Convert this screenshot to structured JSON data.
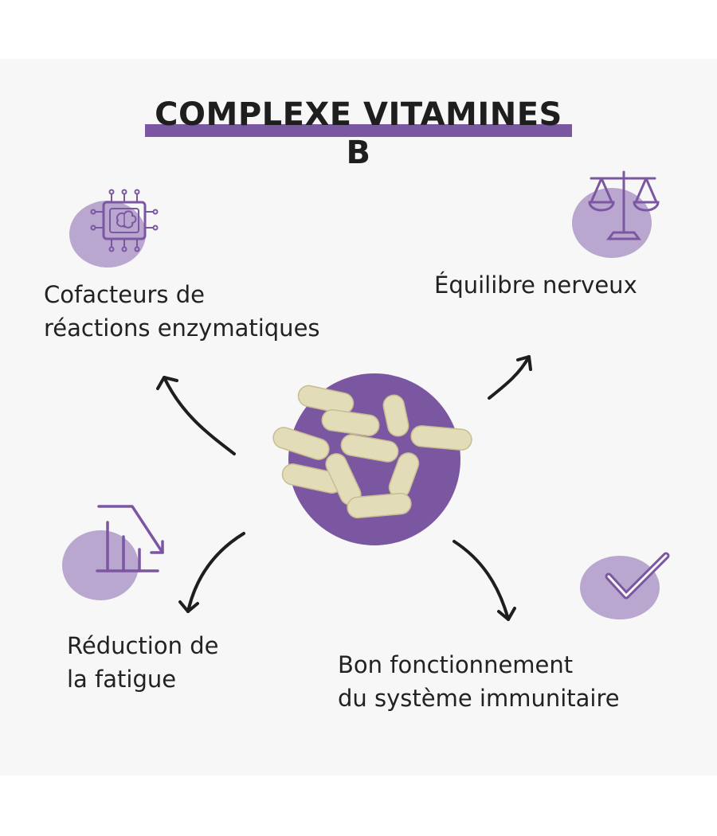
{
  "title": "COMPLEXE VITAMINES B",
  "colors": {
    "accent": "#7b57a2",
    "blob": "#b9a7cf",
    "background": "#f7f7f7",
    "capsule": "#e3dcb8",
    "text": "#222222"
  },
  "benefits": [
    {
      "icon": "brain-chip-icon",
      "lines": [
        "Cofacteurs de",
        "réactions enzymatiques"
      ]
    },
    {
      "icon": "balance-scale-icon",
      "lines": [
        "Équilibre nerveux"
      ]
    },
    {
      "icon": "declining-chart-icon",
      "lines": [
        "Réduction de",
        "la fatigue"
      ]
    },
    {
      "icon": "checkmark-icon",
      "lines": [
        "Bon fonctionnement",
        "du système immunitaire"
      ]
    }
  ],
  "center_image": "capsules-pile"
}
